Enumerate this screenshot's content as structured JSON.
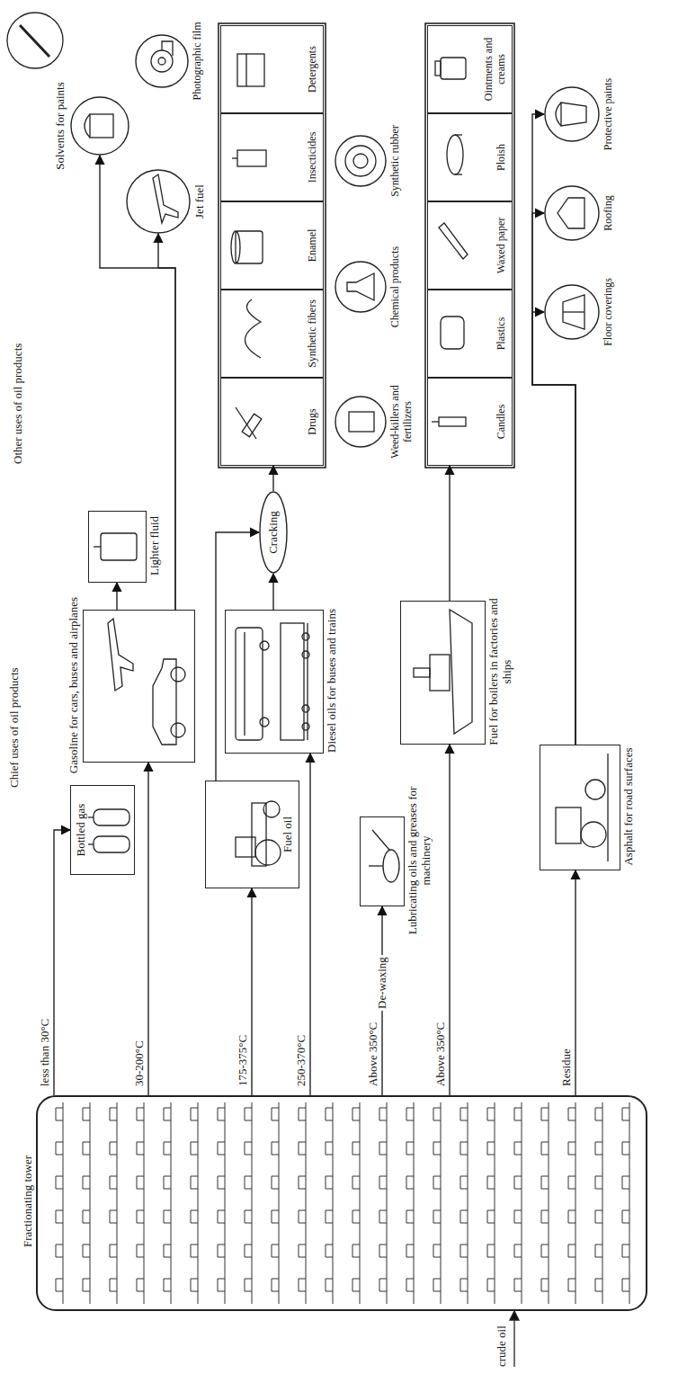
{
  "diagram": {
    "nodes": [
      {
        "text": [
          "Fractionating tower"
        ]
      },
      {
        "text": [
          "Bottled gas"
        ]
      },
      {
        "text": [
          "Gasoline for cars, buses and airplanes"
        ]
      },
      {
        "text": [
          "Fuel oil"
        ]
      },
      {
        "text": [
          "Diesel oils for buses and trains"
        ]
      },
      {
        "text": [
          "Lubricating oils and greases for machinery"
        ]
      },
      {
        "text": [
          "Fuel for boilers in factories and ships"
        ]
      },
      {
        "text": [
          "Asphalt for road surfaces"
        ]
      },
      {
        "text": [
          "Lighter fluid"
        ]
      },
      {
        "text": [
          "Cracking"
        ]
      },
      {
        "text": [
          "Jet fuel"
        ]
      },
      {
        "text": [
          "Solvents for paints"
        ]
      },
      {
        "text": [
          "Photographic film"
        ]
      },
      {
        "text": [
          "Drugs"
        ]
      },
      {
        "text": [
          "Synthetic fibers"
        ]
      },
      {
        "text": [
          "Enamel"
        ]
      },
      {
        "text": [
          "Insecticides"
        ]
      },
      {
        "text": [
          "Detergents"
        ]
      },
      {
        "text": [
          "Weed-killers and fertilizers"
        ]
      },
      {
        "text": [
          "Chemical products"
        ]
      },
      {
        "text": [
          "Synthetic rubber"
        ]
      },
      {
        "text": [
          "Candles"
        ]
      },
      {
        "text": [
          "Plastics"
        ]
      },
      {
        "text": [
          "Waxed paper"
        ]
      },
      {
        "text": [
          "Ploish"
        ]
      },
      {
        "text": [
          "Ointments and creams"
        ]
      },
      {
        "text": [
          "Floor coverings"
        ]
      },
      {
        "text": [
          "Roofing"
        ]
      },
      {
        "text": [
          "Protective paints"
        ]
      }
    ],
    "edges": [
      {
        "from": 0,
        "to": 1,
        "label": "less than 30°C",
        "arrow": "to"
      },
      {
        "from": 0,
        "to": 2,
        "label": "30-200°C",
        "arrow": "to"
      },
      {
        "from": 0,
        "to": 3,
        "label": "175-375°C",
        "arrow": "to"
      },
      {
        "from": 0,
        "to": 4,
        "label": "250-370°C",
        "arrow": "to"
      },
      {
        "from": 0,
        "to": 5,
        "label": "Above 350°C",
        "arrow": "to"
      },
      {
        "from": 0,
        "to": 6,
        "label": "Above 350°C",
        "arrow": "to"
      },
      {
        "from": 0,
        "to": 7,
        "label": "Residue",
        "arrow": "to"
      },
      {
        "from": 2,
        "to": 8,
        "arrow": "to"
      },
      {
        "from": 2,
        "to": 10,
        "arrow": "to"
      },
      {
        "from": 2,
        "to": 11,
        "arrow": "to"
      },
      {
        "from": 3,
        "to": 9,
        "arrow": "to"
      },
      {
        "from": 4,
        "to": 9,
        "arrow": "to"
      },
      {
        "from": 9,
        "to": 13,
        "arrow": "to"
      },
      {
        "from": 6,
        "to": 21,
        "arrow": "to"
      },
      {
        "from": 7,
        "to": 26,
        "arrow": "to"
      },
      {
        "from": 7,
        "to": 27,
        "arrow": "to"
      },
      {
        "from": 7,
        "to": 28,
        "arrow": "to"
      }
    ],
    "labels": [
      "Chief uses of oil products",
      "Other uses of oil products",
      "crude oil",
      "De-waxing"
    ]
  }
}
